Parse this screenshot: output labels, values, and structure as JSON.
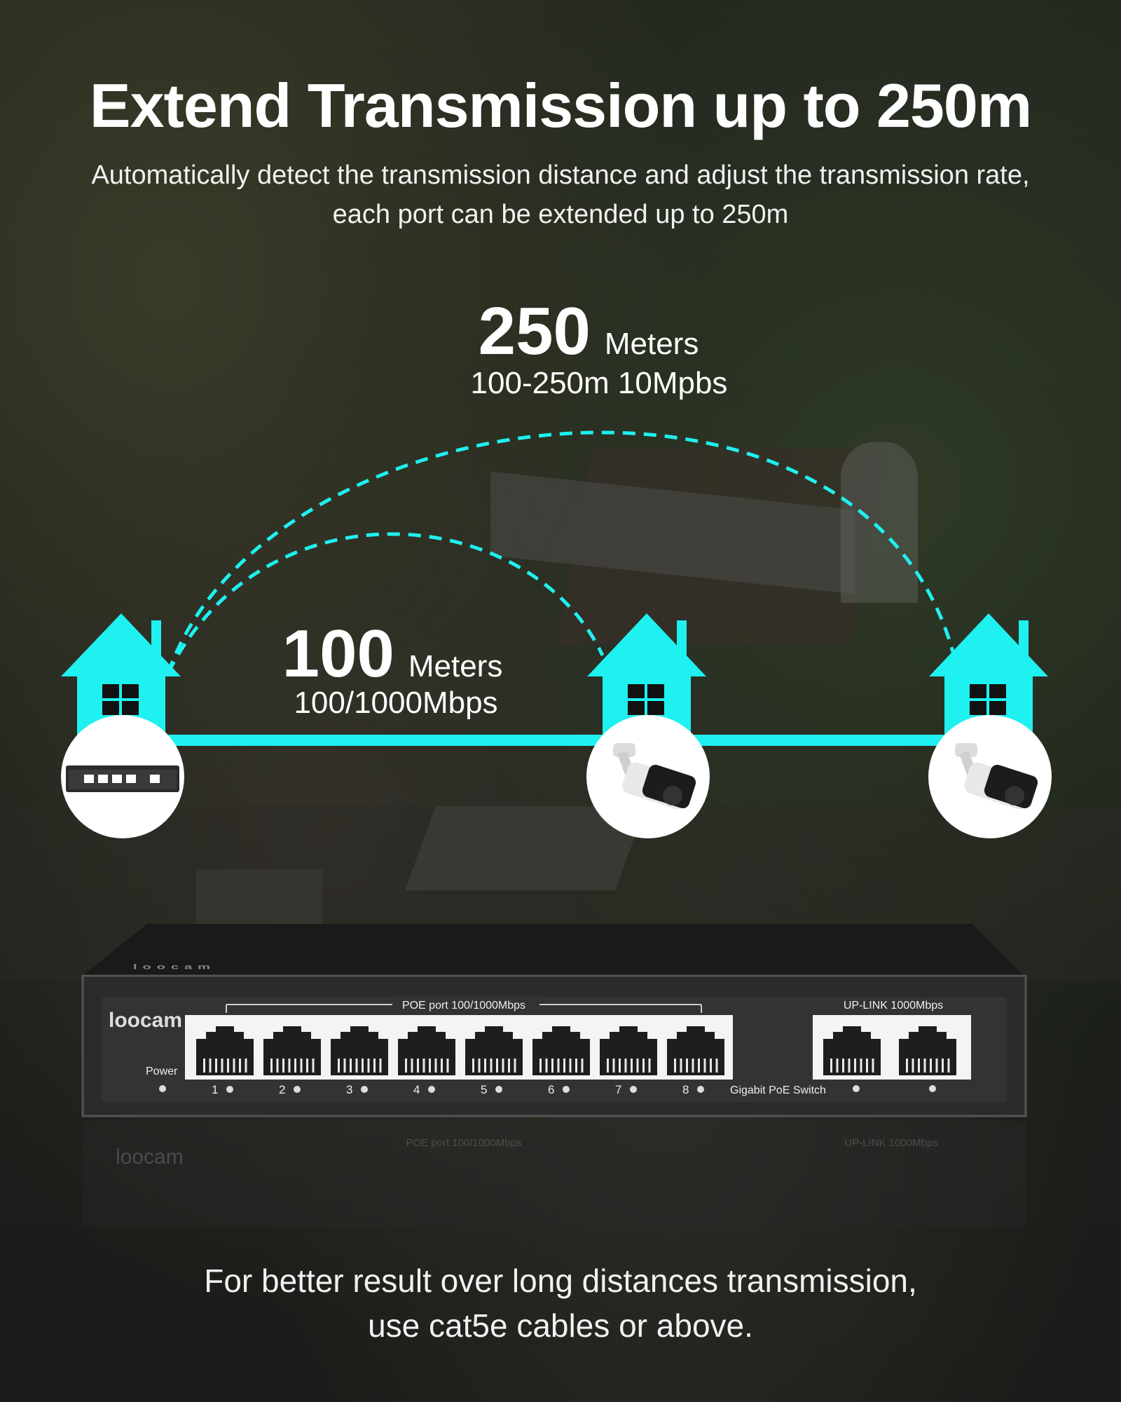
{
  "headline": {
    "title": "Extend Transmission up to 250m",
    "subtitle_line1": "Automatically detect the transmission distance and adjust the transmission rate,",
    "subtitle_line2": "each port can be extended up to 250m"
  },
  "long_range": {
    "distance": "250",
    "unit": "Meters",
    "rate": "100-250m 10Mpbs"
  },
  "short_range": {
    "distance": "100",
    "unit": "Meters",
    "rate": "100/1000Mbps"
  },
  "switch": {
    "brand": "loocam",
    "power_label": "Power",
    "poe_label": "POE port 100/1000Mbps",
    "uplink_label": "UP-LINK 1000Mbps",
    "model_label": "Gigabit PoE Switch",
    "ports": [
      "1",
      "2",
      "3",
      "4",
      "5",
      "6",
      "7",
      "8"
    ]
  },
  "footer": {
    "line1": "For better result over long distances transmission,",
    "line2": "use cat5e cables or above."
  },
  "colors": {
    "accent": "#1FF0F0",
    "background": "#23271f"
  },
  "icons": [
    "house-icon",
    "switch-icon",
    "camera-icon"
  ]
}
